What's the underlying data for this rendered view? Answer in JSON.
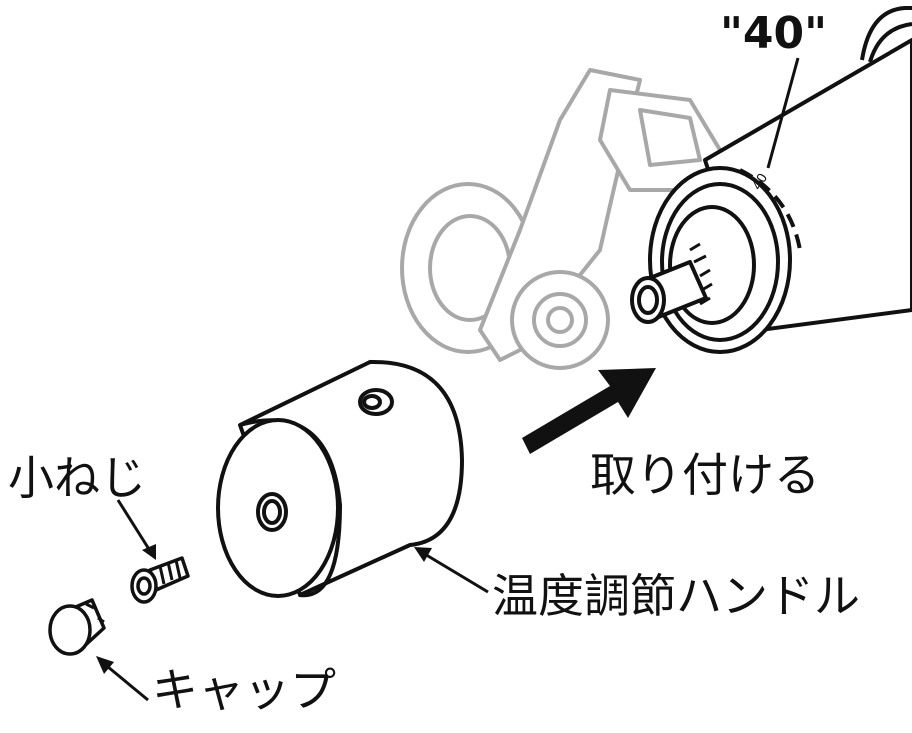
{
  "labels": {
    "screw": "小ねじ",
    "cap": "キャップ",
    "handle": "温度調節ハンドル",
    "attach": "取り付ける",
    "mark": "\"40\"",
    "dial_number": "40"
  },
  "colors": {
    "line": "#111111",
    "ghost": "#a8a8a8",
    "fill": "#ffffff"
  },
  "icons": {
    "direction": "arrow-right-up-icon"
  }
}
